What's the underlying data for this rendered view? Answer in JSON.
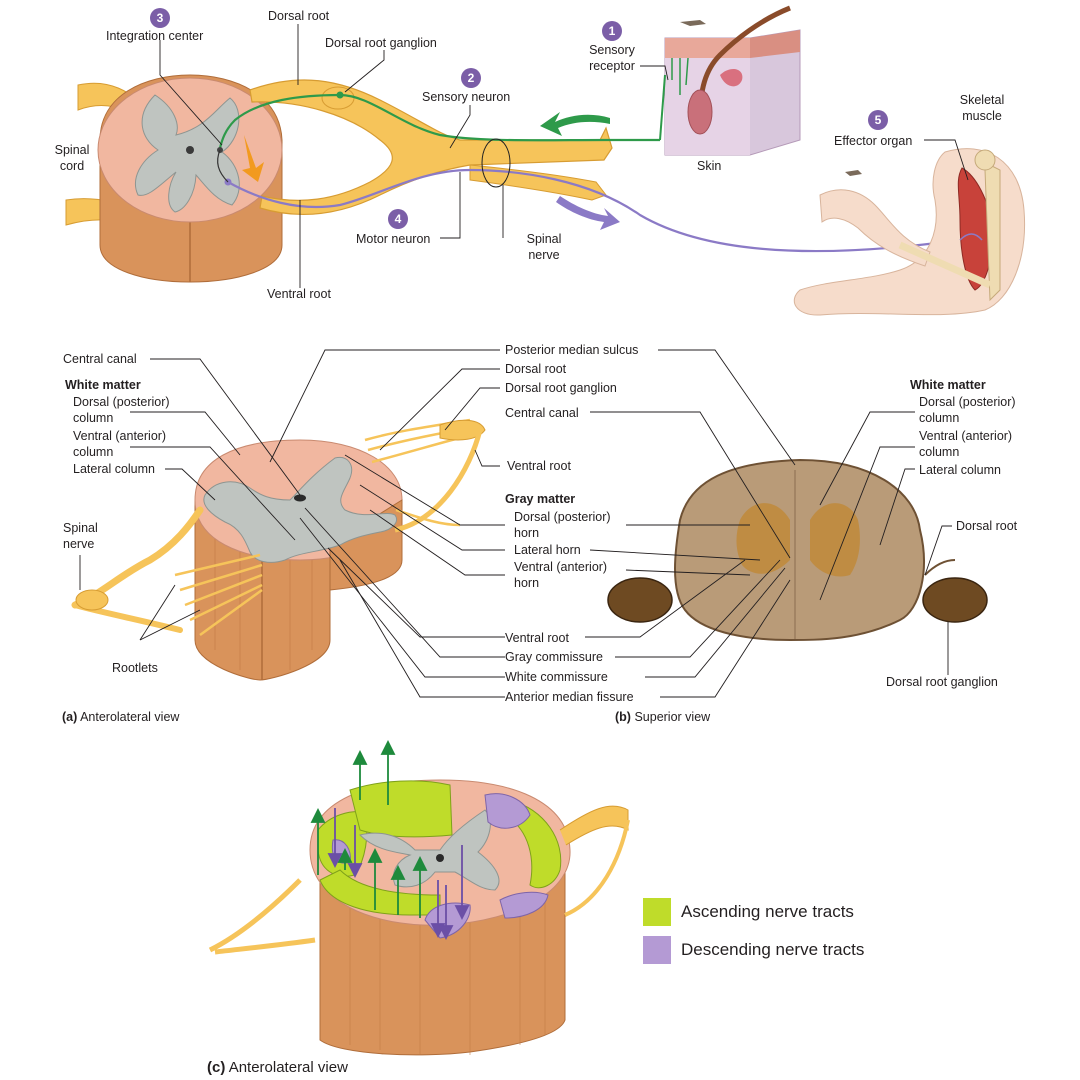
{
  "colors": {
    "spinal_nerve": "#f6c45a",
    "cord_tissue": "#d9935b",
    "white_matter": "#f1b7a0",
    "gray_matter": "#bfc4c0",
    "sensory_neuron": "#2e9a4a",
    "motor_neuron": "#8b7ac6",
    "ascending": "#bfdc2a",
    "descending": "#b49ad4",
    "step_badge": "#7b5ea7"
  },
  "reflex_arc": {
    "steps": [
      {
        "number": "1",
        "label": "Sensory receptor"
      },
      {
        "number": "2",
        "label": "Sensory neuron"
      },
      {
        "number": "3",
        "label": "Integration center"
      },
      {
        "number": "4",
        "label": "Motor neuron"
      },
      {
        "number": "5",
        "label": "Effector organ"
      }
    ],
    "labels": {
      "dorsal_root": "Dorsal root",
      "dorsal_root_ganglion": "Dorsal root ganglion",
      "spinal_cord": "Spinal cord",
      "ventral_root": "Ventral root",
      "spinal_nerve": "Spinal nerve",
      "skin": "Skin",
      "skeletal_muscle": "Skeletal muscle"
    }
  },
  "panel_a": {
    "caption_letter": "(a)",
    "caption_text": "Anterolateral view",
    "labels": {
      "central_canal": "Central canal",
      "white_matter_header": "White matter",
      "dorsal_column": "Dorsal (posterior) column",
      "ventral_column": "Ventral (anterior) column",
      "lateral_column": "Lateral column",
      "spinal_nerve": "Spinal nerve",
      "rootlets": "Rootlets"
    }
  },
  "middle_labels": {
    "posterior_median_sulcus": "Posterior median sulcus",
    "dorsal_root": "Dorsal root",
    "dorsal_root_ganglion": "Dorsal root ganglion",
    "central_canal": "Central canal",
    "ventral_root": "Ventral root",
    "gray_matter_header": "Gray matter",
    "dorsal_horn": "Dorsal (posterior) horn",
    "lateral_horn": "Lateral horn",
    "ventral_horn": "Ventral (anterior) horn",
    "ventral_root_lower": "Ventral root",
    "gray_commissure": "Gray commissure",
    "white_commissure": "White commissure",
    "anterior_median_fissure": "Anterior median fissure"
  },
  "panel_b": {
    "caption_letter": "(b)",
    "caption_text": "Superior view",
    "labels": {
      "white_matter_header": "White matter",
      "dorsal_column": "Dorsal (posterior) column",
      "ventral_column": "Ventral (anterior) column",
      "lateral_column": "Lateral column",
      "dorsal_root": "Dorsal root",
      "dorsal_root_ganglion": "Dorsal root ganglion"
    }
  },
  "panel_c": {
    "caption_letter": "(c)",
    "caption_text": "Anterolateral view",
    "legend": [
      {
        "label": "Ascending nerve tracts",
        "color": "#bfdc2a"
      },
      {
        "label": "Descending nerve tracts",
        "color": "#b49ad4"
      }
    ]
  }
}
